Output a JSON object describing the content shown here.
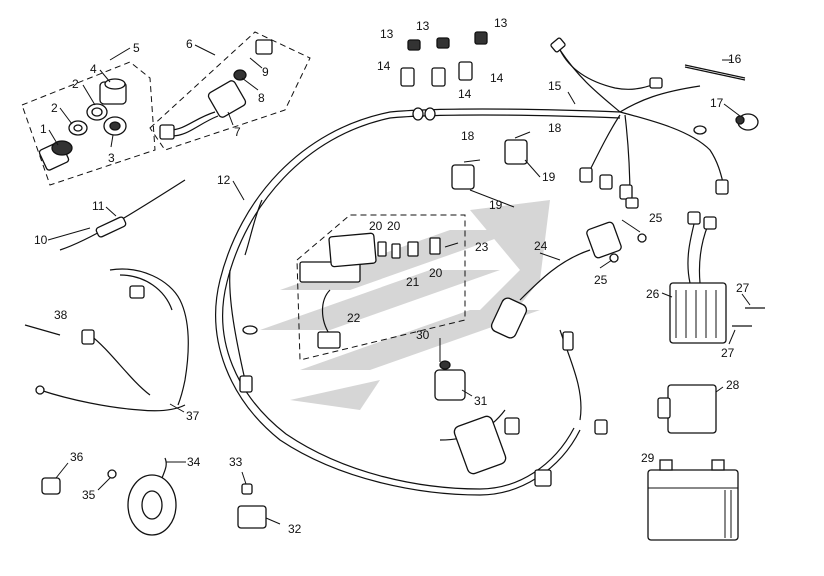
{
  "callouts": {
    "c1": "1",
    "c2a": "2",
    "c2b": "2",
    "c3": "3",
    "c4": "4",
    "c5": "5",
    "c6": "6",
    "c7": "7",
    "c8": "8",
    "c9": "9",
    "c10": "10",
    "c11": "11",
    "c12": "12",
    "c13a": "13",
    "c13b": "13",
    "c13c": "13",
    "c14a": "14",
    "c14b": "14",
    "c14c": "14",
    "c15": "15",
    "c16": "16",
    "c17": "17",
    "c18a": "18",
    "c18b": "18",
    "c19a": "19",
    "c19b": "19",
    "c20a": "20",
    "c20b": "20",
    "c20c": "20",
    "c21": "21",
    "c22": "22",
    "c23": "23",
    "c24": "24",
    "c25a": "25",
    "c25b": "25",
    "c26": "26",
    "c27a": "27",
    "c27b": "27",
    "c28": "28",
    "c29": "29",
    "c30": "30",
    "c31": "31",
    "c32": "32",
    "c33": "33",
    "c34": "34",
    "c35": "35",
    "c36": "36",
    "c37": "37",
    "c38": "38"
  },
  "colors": {
    "line": "#111111",
    "watermark": "#d4d4d4"
  }
}
